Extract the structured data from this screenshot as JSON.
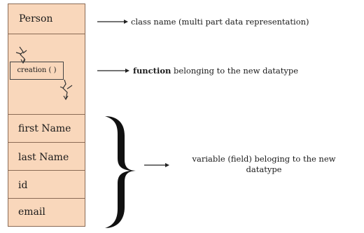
{
  "class_box": {
    "class_name": "Person",
    "method": "creation ( )",
    "fields": [
      "first Name",
      "last Name",
      "id",
      "email"
    ]
  },
  "annotations": {
    "class_note": "class name (multi part data representation)",
    "function_note_bold": "function",
    "function_note_rest": "belonging to the new datatype",
    "variable_note_line1": "variable (field) beloging to the new",
    "variable_note_line2": "datatype"
  },
  "colors": {
    "cell_fill": "#f9d7bb",
    "cell_border": "#8a6a55",
    "ink": "#1a1a1a"
  }
}
